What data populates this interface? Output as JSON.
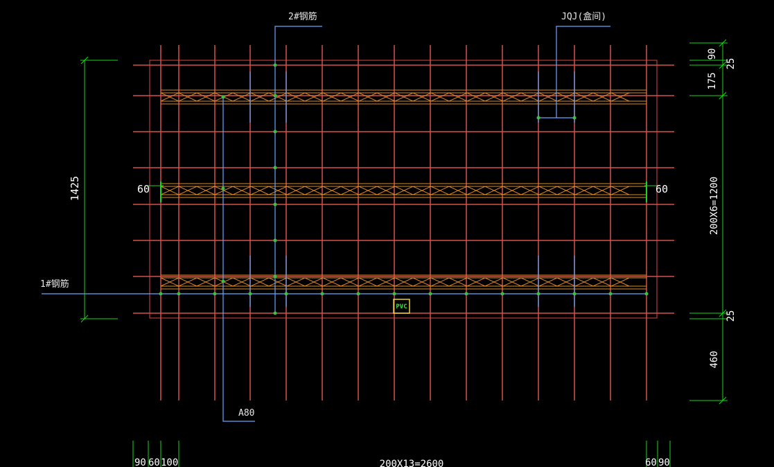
{
  "labels": {
    "rebar2": "2#钢筋",
    "jqj": "JQJ(盒间)",
    "rebar1": "1#钢筋",
    "a80": "A80",
    "pvc": "PVC"
  },
  "dims_right": [
    "90",
    "25",
    "175",
    "200X6=1200",
    "25",
    "460"
  ],
  "dims_left": "1425",
  "dims_bottom": [
    "90",
    "60",
    "100",
    "200X13=2600",
    "60",
    "90"
  ],
  "dims_side": [
    "60",
    "60"
  ],
  "colors": {
    "background": "#000000",
    "rebar": "#d7504a",
    "outline": "#b83c3c",
    "truss": "#e08a2a",
    "leader": "#6aa6ff",
    "dimension": "#19d719",
    "node": "#3fbf3f",
    "text": "#e6e6e6"
  }
}
